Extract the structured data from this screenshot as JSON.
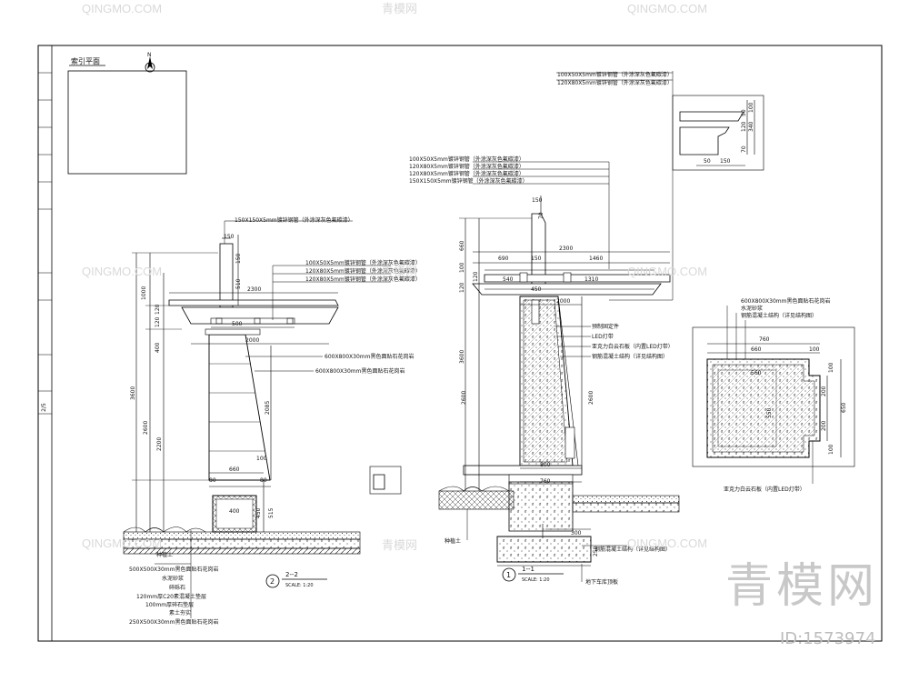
{
  "sheet": {
    "key_plan_title": "索引平面",
    "compass_letter": "N",
    "title_block": [
      "2/5"
    ]
  },
  "section_left": {
    "number": "2",
    "title": "2--2",
    "scale": "SCALE: 1:20",
    "top_note": "150X150X5mm镀锌钢管（外涂深灰色氟碳漆）",
    "beam_notes": [
      "100X50X5mm镀锌钢管（外涂深灰色氟碳漆）",
      "120X80X5mm镀锌钢管（外涂深灰色氟碳漆）",
      "120X80X5mm镀锌钢管（外涂深灰色氟碳漆）"
    ],
    "cladding_note": "600X800X30mm黑色面贴石花岗岩",
    "cladding_note2": "600X800X30mm黑色面贴石花岗岩",
    "soil_label": "种植土",
    "paving_notes": [
      "500X500X30mm黑色面贴石花岗岩",
      "水泥砂浆",
      "碎砾石",
      "120mm厚C20素混凝土垫层",
      "100mm厚碎石垫层",
      "素土夯实",
      "250X500X30mm黑色面贴石花岗岩"
    ],
    "dims": {
      "d150": "150",
      "d150b": "150",
      "d510": "510",
      "d2300": "2300",
      "d500": "500",
      "d2000": "2000",
      "d1000": "1000",
      "d120a": "120",
      "d120b": "120",
      "d400": "400",
      "d3600": "3600",
      "d2600": "2600",
      "d2200": "2200",
      "d2085": "2085",
      "d100": "100",
      "d660": "660",
      "d80a": "80",
      "d80b": "80",
      "d515": "515",
      "d400b": "400",
      "d450": "450"
    }
  },
  "section_right": {
    "number": "1",
    "title": "1--1",
    "scale": "SCALE: 1:20",
    "detail_notes": [
      "100X50X5mm镀锌钢管（外涂深灰色氟碳漆）",
      "120X80X5mm镀锌钢管（外涂深灰色氟碳漆）"
    ],
    "top_notes": [
      "100X50X5mm镀锌钢管（外涂深灰色氟碳漆）",
      "120X80X5mm镀锌钢管（外涂深灰色氟碳漆）",
      "120X80X5mm镀锌钢管（外涂深灰色氟碳漆）",
      "150X150X5mm镀锌钢管（外涂深灰色氟碳漆）"
    ],
    "side_notes": [
      "预制固定件",
      "LED灯带",
      "亚克力白云石板（内置LED灯带）",
      "钢筋混凝土结构（详见结构图）"
    ],
    "soil_label": "种植土",
    "footing_note": "钢筋混凝土结构（详见结构图）",
    "footing_note2": "地下车库顶板",
    "dims": {
      "d660": "660",
      "d100": "100",
      "d120": "120",
      "d120b": "120",
      "d3600": "3600",
      "d2600": "2600",
      "d2600b": "2600",
      "d150": "150",
      "d70": "70",
      "d2300": "2300",
      "d690": "690",
      "d150b": "150",
      "d1460": "1460",
      "d540": "540",
      "d450": "450",
      "d1310": "1310",
      "d2000": "2000",
      "d800": "800",
      "d760": "760",
      "d300": "300",
      "d250": "250",
      "d50": "50",
      "d150c": "150",
      "d120c": "120",
      "d340": "340",
      "d70b": "70",
      "d50b": "50",
      "d100b": "100"
    }
  },
  "plan_detail": {
    "notes": [
      "600X800X30mm黑色面贴石花岗岩",
      "水泥砂浆",
      "钢筋混凝土结构（详见结构图）"
    ],
    "bottom_note": "亚克力白云石板（内置LED灯带）",
    "dims": {
      "d760": "760",
      "d660": "660",
      "d100": "100",
      "d560": "560",
      "d550": "550",
      "d200a": "200",
      "d200b": "200",
      "d650": "650",
      "d100b": "100",
      "d100c": "100"
    }
  },
  "watermarks": {
    "brand": "青模网",
    "brand_latin": "QINGMO.COM",
    "id_text": "ID:1573974"
  }
}
